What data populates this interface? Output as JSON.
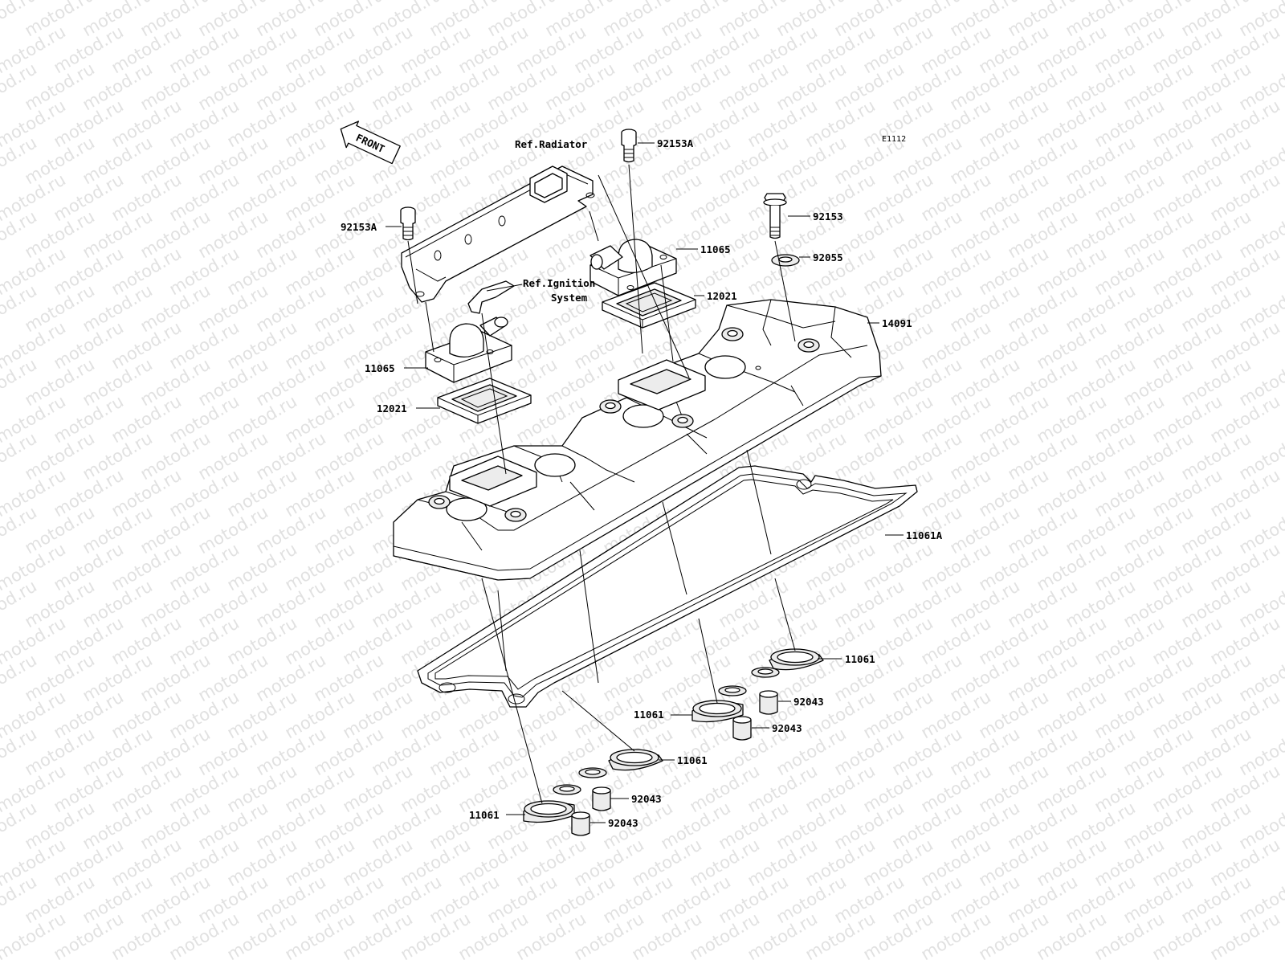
{
  "diagram": {
    "code": "E1112",
    "watermark": "motod.ru",
    "front_label": "FRONT",
    "ref_radiator": "Ref.Radiator",
    "ref_ignition_line1": "Ref.Ignition",
    "ref_ignition_line2": "System",
    "parts": {
      "bolt_92153A_top": "92153A",
      "bolt_92153A_left": "92153A",
      "bolt_92153": "92153",
      "washer_92055": "92055",
      "cover_11065_right": "11065",
      "cover_11065_left": "11065",
      "reed_12021_right": "12021",
      "reed_12021_left": "12021",
      "head_cover_14091": "14091",
      "gasket_11061A": "11061A",
      "gasket_11061_a": "11061",
      "gasket_11061_b": "11061",
      "gasket_11061_c": "11061",
      "gasket_11061_d": "11061",
      "collar_92043_a": "92043",
      "collar_92043_b": "92043",
      "collar_92043_c": "92043",
      "collar_92043_d": "92043"
    }
  }
}
